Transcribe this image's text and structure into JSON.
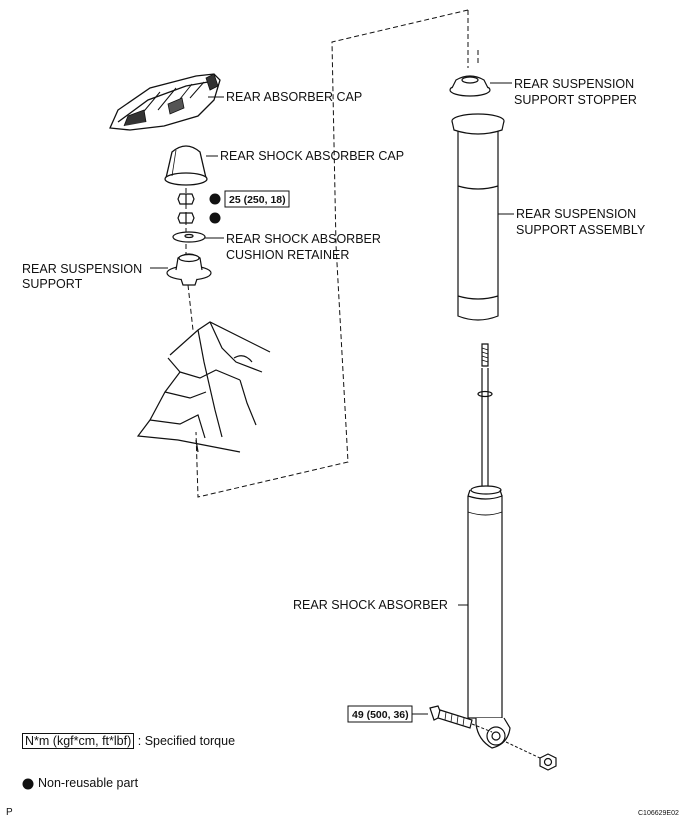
{
  "labels": {
    "rear_absorber_cap": "REAR ABSORBER CAP",
    "rear_shock_absorber_cap": "REAR SHOCK ABSORBER CAP",
    "cushion_retainer_line1": "REAR SHOCK ABSORBER",
    "cushion_retainer_line2": "CUSHION RETAINER",
    "suspension_support_line1": "REAR SUSPENSION",
    "suspension_support_line2": "SUPPORT",
    "support_stopper_line1": "REAR SUSPENSION",
    "support_stopper_line2": "SUPPORT STOPPER",
    "support_assembly_line1": "REAR SUSPENSION",
    "support_assembly_line2": "SUPPORT ASSEMBLY",
    "rear_shock_absorber": "REAR SHOCK ABSORBER"
  },
  "torque": {
    "upper_nut": "25 (250, 18)",
    "lower_bolt": "49 (500, 36)"
  },
  "legend": {
    "torque_unit": "N*m (kgf*cm, ft*lbf)",
    "torque_desc": ": Specified torque",
    "non_reusable": "Non-reusable part"
  },
  "footer": {
    "left_mark": "P",
    "figure_code": "C106629E02"
  }
}
